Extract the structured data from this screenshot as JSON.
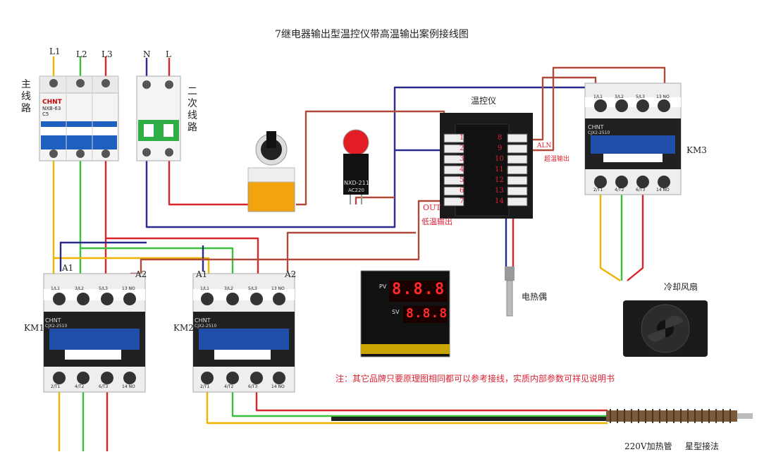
{
  "title": "7继电器输出型温控仪带高温输出案例接线图",
  "labels": {
    "main_circuit": "主线路",
    "secondary_circuit": "二次线路",
    "controller": "温控仪",
    "thermocouple": "电热偶",
    "fan": "冷却风扇",
    "heater": "220V加热管",
    "star": "星型接法",
    "out": "OUT",
    "low_temp": "低温输出",
    "aln": "ALN",
    "over_temp": "超温输出",
    "km1": "KM1",
    "km2": "KM2",
    "km3": "KM3",
    "a1": "A1",
    "a2": "A2"
  },
  "breaker_main": {
    "brand": "CHNT",
    "model": "NXB-63",
    "rating": "C5",
    "terminals": [
      "L1",
      "L2",
      "L3"
    ]
  },
  "breaker_secondary": {
    "terminals": [
      "N",
      "L"
    ]
  },
  "indicator": {
    "model": "NXD-211",
    "voltage": "AC220"
  },
  "display": {
    "pv": "PV",
    "sv": "SV",
    "pv_value": "8.8.8",
    "sv_value": "8.8.8"
  },
  "controller_terminals_left": [
    "1",
    "2",
    "3",
    "4",
    "5",
    "6",
    "7"
  ],
  "controller_terminals_right": [
    "8",
    "9",
    "10",
    "11",
    "12",
    "13",
    "14"
  ],
  "contactor": {
    "brand": "CHNT",
    "model": "CJX2-2510",
    "top": [
      "1/L1",
      "3/L2",
      "5/L3",
      "13 NO"
    ],
    "bottom": [
      "2/T1",
      "4/T2",
      "6/T3",
      "14 NO"
    ]
  },
  "note": "注：其它品牌只要原理图相同都可以参考接线，实质内部参数可祥见说明书",
  "colors": {
    "yellow": "#f0b400",
    "green": "#3cbf3c",
    "red": "#d8262c",
    "blue": "#2a2a8c",
    "brown": "#b04b3c"
  }
}
